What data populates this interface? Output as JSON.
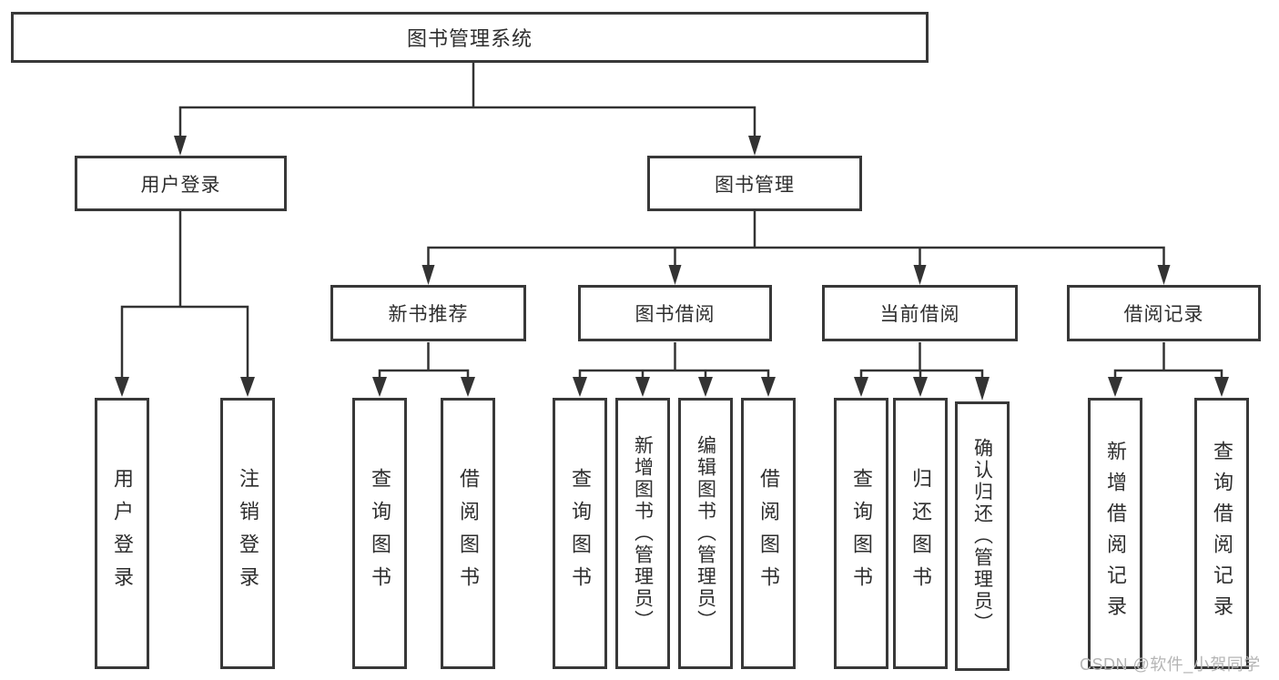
{
  "tree": {
    "root": {
      "label": "图书管理系统"
    },
    "user_login": {
      "label": "用户登录",
      "children": [
        "用户登录",
        "注销登录"
      ]
    },
    "book_mgmt": {
      "label": "图书管理",
      "sections": {
        "new_books": {
          "label": "新书推荐",
          "children": [
            "查询图书",
            "借阅图书"
          ]
        },
        "borrowing": {
          "label": "图书借阅",
          "children": [
            "查询图书",
            "新增图书（管理员）",
            "编辑图书（管理员）",
            "借阅图书"
          ]
        },
        "current": {
          "label": "当前借阅",
          "children": [
            "查询图书",
            "归还图书",
            "确认归还（管理员）"
          ]
        },
        "records": {
          "label": "借阅记录",
          "children": [
            "新增借阅记录",
            "查询借阅记录"
          ]
        }
      }
    }
  },
  "watermark": "CSDN @软件_小贺同学",
  "colors": {
    "line": "#333333",
    "border": "#383838",
    "text": "#2e2e2e",
    "background": "#ffffff",
    "watermark": "#b5b5b5"
  }
}
